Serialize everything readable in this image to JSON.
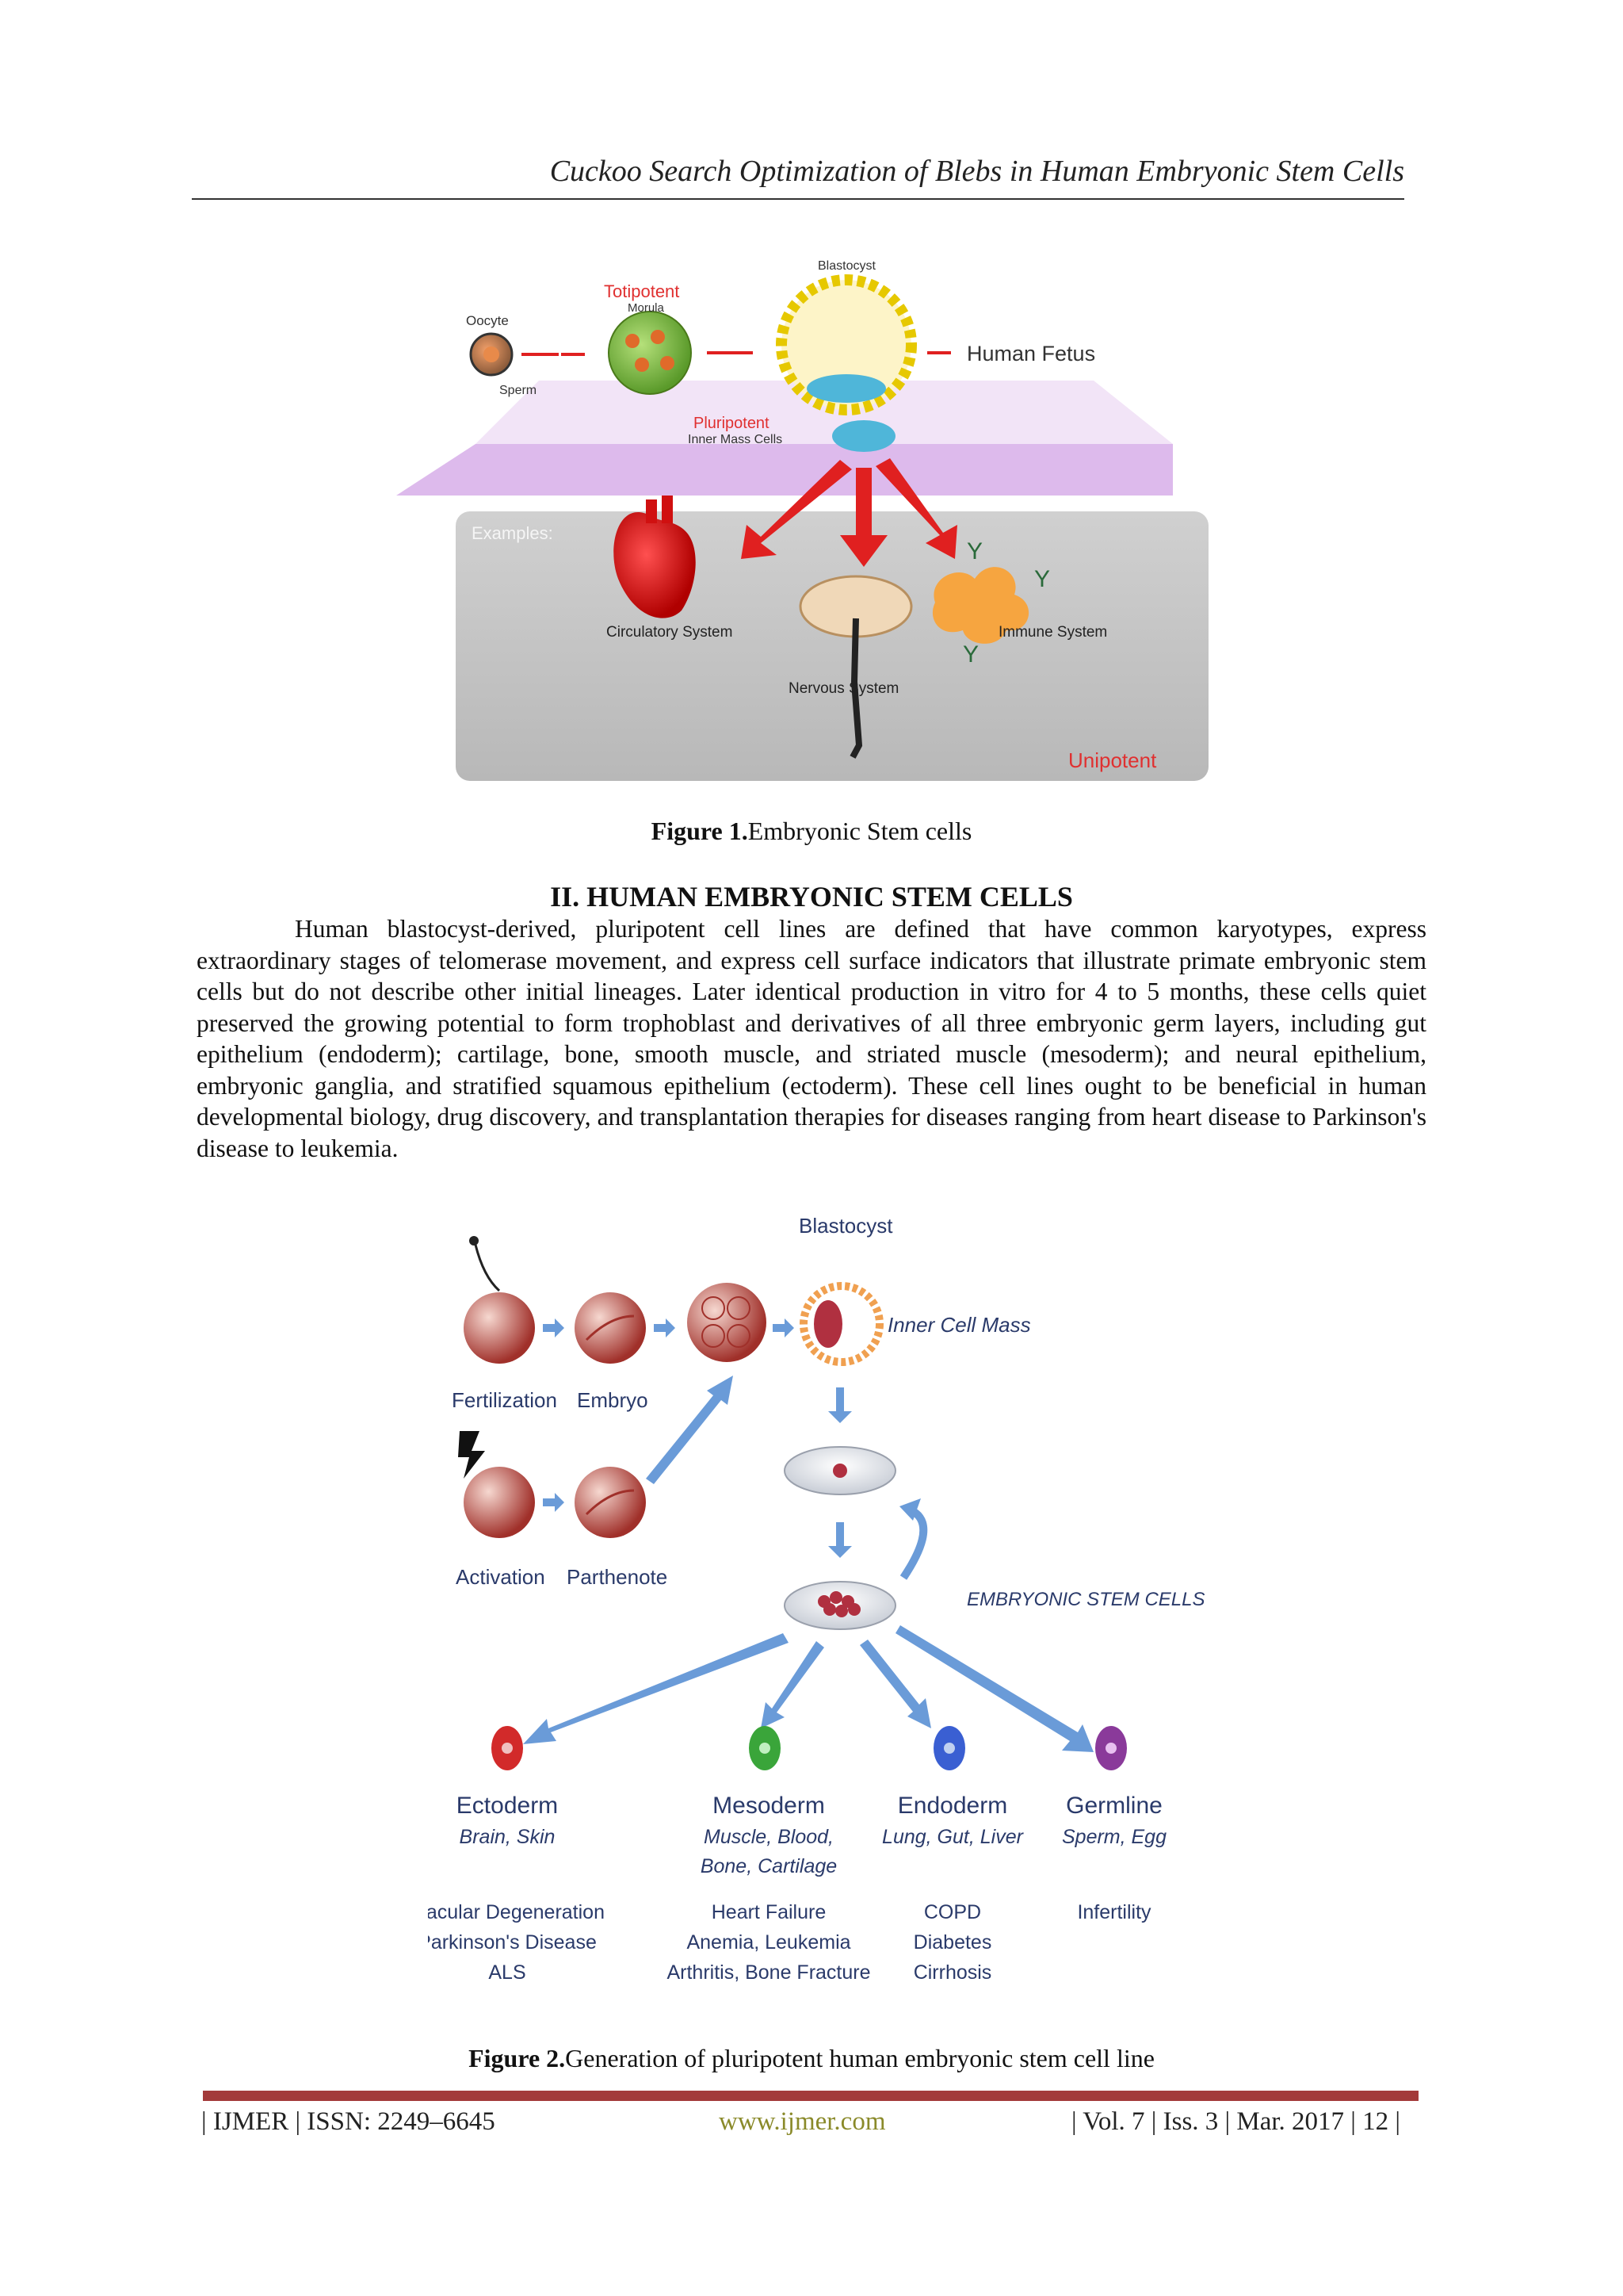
{
  "header": {
    "running_title": "Cuckoo Search Optimization of Blebs in Human Embryonic Stem Cells"
  },
  "figure1": {
    "labels": {
      "oocyte": "Oocyte",
      "sperm": "Sperm",
      "totipotent": "Totipotent",
      "morula": "Morula",
      "blastocyst": "Blastocyst",
      "human_fetus": "Human Fetus",
      "pluripotent": "Pluripotent",
      "inner_mass": "Inner Mass Cells",
      "examples": "Examples:",
      "circulatory": "Circulatory System",
      "nervous": "Nervous System",
      "immune": "Immune System",
      "unipotent": "Unipotent"
    },
    "caption_bold": "Figure 1.",
    "caption_text": "Embryonic Stem cells"
  },
  "section": {
    "title": "II. HUMAN EMBRYONIC STEM CELLS",
    "paragraph": "Human blastocyst-derived, pluripotent cell lines are defined that have common karyotypes, express extraordinary stages of telomerase movement, and express cell surface indicators that illustrate primate embryonic stem cells but do not describe other initial lineages. Later identical production in vitro for 4 to 5 months, these cells quiet preserved the growing potential to form trophoblast and derivatives of all three embryonic germ layers, including gut epithelium (endoderm); cartilage, bone, smooth muscle, and striated muscle (mesoderm); and neural epithelium, embryonic ganglia, and stratified squamous epithelium (ectoderm). These cell lines ought to be beneficial in human developmental biology, drug discovery, and transplantation therapies for diseases ranging from heart disease to Parkinson's disease to leukemia."
  },
  "figure2": {
    "labels": {
      "blastocyst": "Blastocyst",
      "inner_cell_mass": "Inner Cell Mass",
      "fertilization": "Fertilization",
      "embryo": "Embryo",
      "activation": "Activation",
      "parthenote": "Parthenote",
      "esc": "EMBRYONIC STEM CELLS"
    },
    "lineages": [
      {
        "name": "Ectoderm",
        "tissues": [
          "Brain, Skin"
        ],
        "diseases": [
          "Macular Degeneration",
          "Parkinson's Disease",
          "ALS"
        ],
        "color": "#d22a2a"
      },
      {
        "name": "Mesoderm",
        "tissues": [
          "Muscle, Blood,",
          "Bone, Cartilage"
        ],
        "diseases": [
          "Heart Failure",
          "Anemia, Leukemia",
          "Arthritis, Bone Fracture"
        ],
        "color": "#3aa53a"
      },
      {
        "name": "Endoderm",
        "tissues": [
          "Lung, Gut, Liver"
        ],
        "diseases": [
          "COPD",
          "Diabetes",
          "Cirrhosis"
        ],
        "color": "#3a5fd2"
      },
      {
        "name": "Germline",
        "tissues": [
          "Sperm, Egg"
        ],
        "diseases": [
          "Infertility"
        ],
        "color": "#8a3a9a"
      }
    ],
    "caption_bold": "Figure 2.",
    "caption_text": "Generation of pluripotent human embryonic stem cell line"
  },
  "footer": {
    "left": "| IJMER | ISSN: 2249–6645",
    "center": "www.ijmer.com",
    "right": "| Vol. 7 | Iss. 3 | Mar. 2017 | 12 |"
  },
  "colors": {
    "footer_bar": "#a33a3a",
    "arrow_red": "#e02020",
    "arrow_blue": "#6a9bd8"
  }
}
